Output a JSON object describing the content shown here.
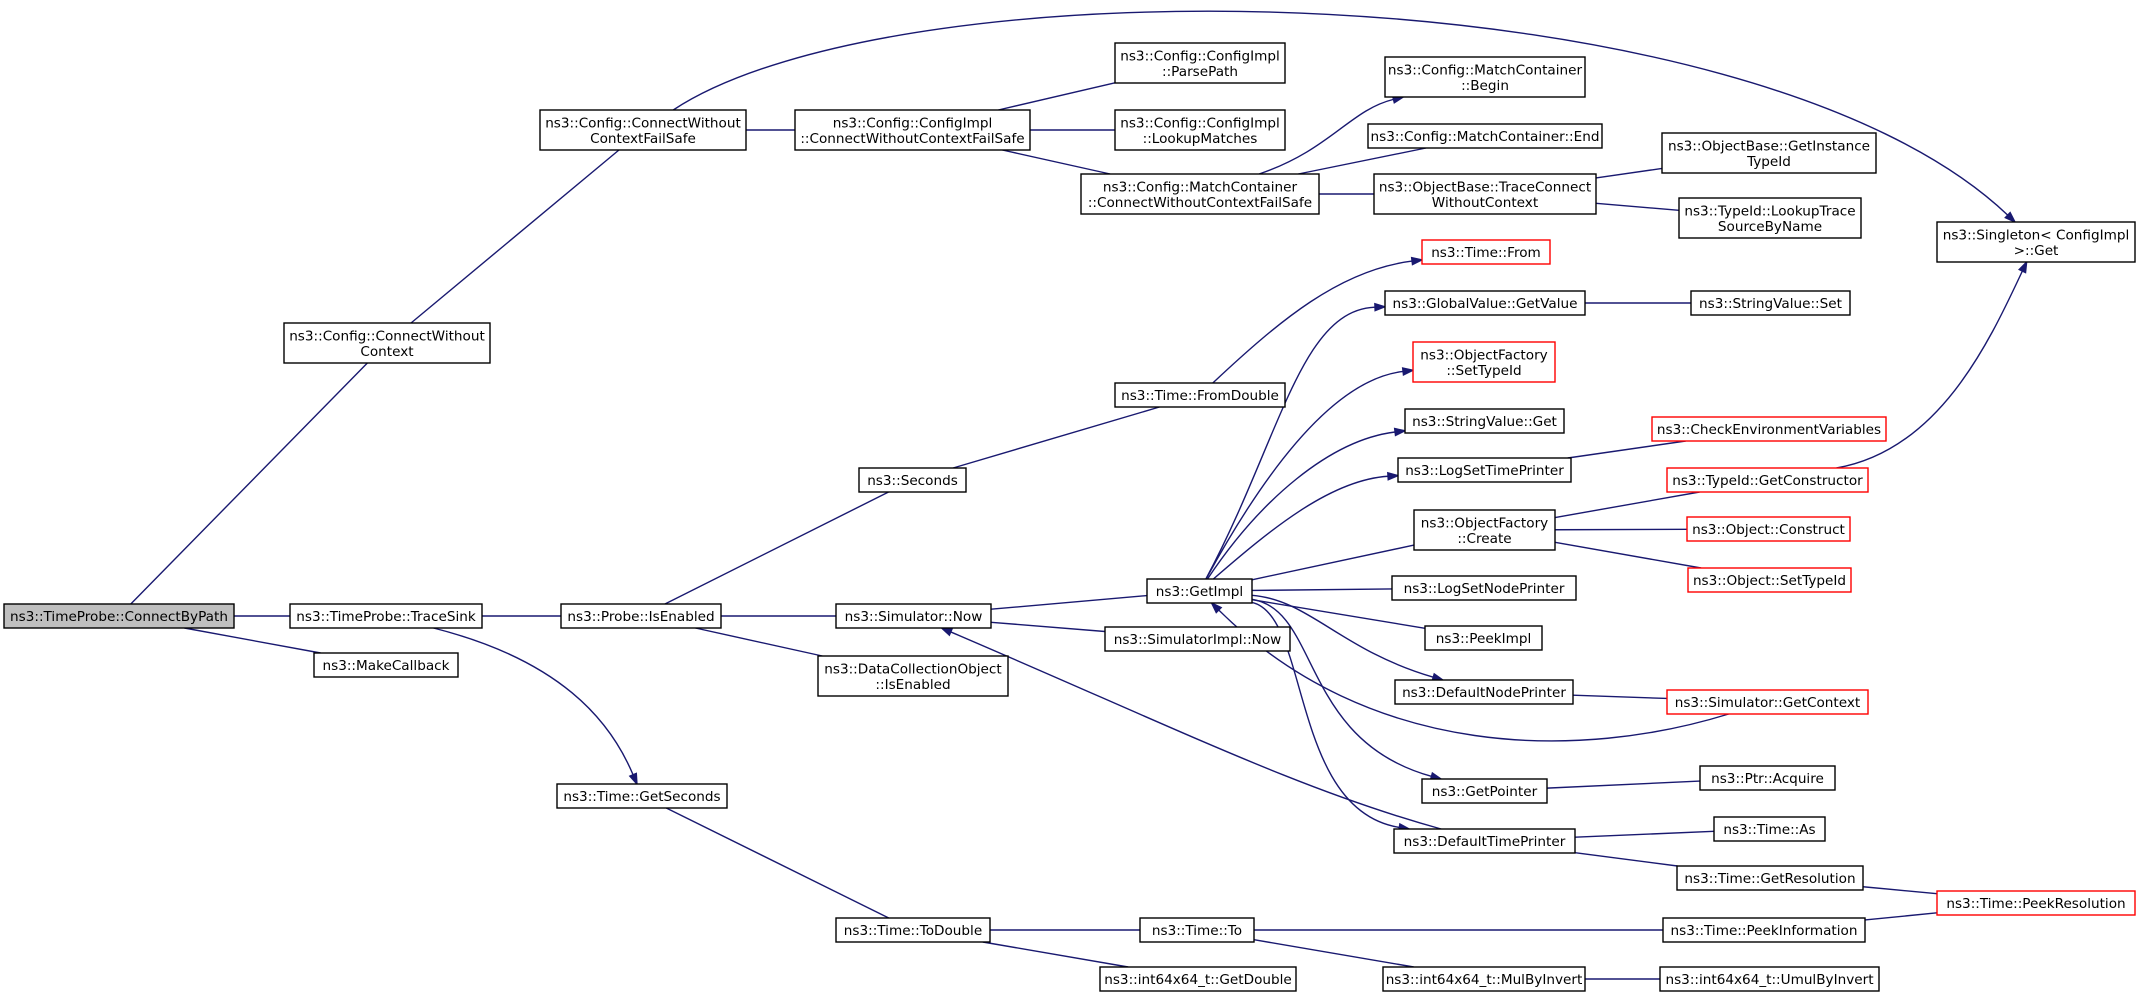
{
  "colors": {
    "edge": "#191970",
    "node_border": "#000000",
    "node_border_truncated": "#ff0000",
    "node_fill": "#ffffff",
    "root_fill": "#bfbfbf",
    "text": "#000000"
  },
  "nodes": {
    "connect_by_path": [
      "ns3::TimeProbe::ConnectByPath"
    ],
    "config_connect_without_context": [
      "ns3::Config::ConnectWithout",
      "Context"
    ],
    "trace_sink": [
      "ns3::TimeProbe::TraceSink"
    ],
    "make_callback": [
      "ns3::MakeCallback"
    ],
    "config_connect_without_context_failsafe": [
      "ns3::Config::ConnectWithout",
      "ContextFailSafe"
    ],
    "configimpl_connect_without_context_failsafe": [
      "ns3::Config::ConfigImpl",
      "::ConnectWithoutContextFailSafe"
    ],
    "configimpl_parsepath": [
      "ns3::Config::ConfigImpl",
      "::ParsePath"
    ],
    "configimpl_lookupmatches": [
      "ns3::Config::ConfigImpl",
      "::LookupMatches"
    ],
    "matchcontainer_connect_without_context_failsafe": [
      "ns3::Config::MatchContainer",
      "::ConnectWithoutContextFailSafe"
    ],
    "matchcontainer_begin": [
      "ns3::Config::MatchContainer",
      "::Begin"
    ],
    "matchcontainer_end": [
      "ns3::Config::MatchContainer::End"
    ],
    "objectbase_traceconnect": [
      "ns3::ObjectBase::TraceConnect",
      "WithoutContext"
    ],
    "objectbase_getinstancetypeid": [
      "ns3::ObjectBase::GetInstance",
      "TypeId"
    ],
    "typeid_lookuptracesourcebyname": [
      "ns3::TypeId::LookupTrace",
      "SourceByName"
    ],
    "singleton_get": [
      "ns3::Singleton< ConfigImpl",
      " >::Get"
    ],
    "probe_isenabled": [
      "ns3::Probe::IsEnabled"
    ],
    "time_getseconds": [
      "ns3::Time::GetSeconds"
    ],
    "seconds": [
      "ns3::Seconds"
    ],
    "simulator_now": [
      "ns3::Simulator::Now"
    ],
    "datacollectionobject_isenabled": [
      "ns3::DataCollectionObject",
      "::IsEnabled"
    ],
    "time_fromdouble": [
      "ns3::Time::FromDouble"
    ],
    "time_from": [
      "ns3::Time::From"
    ],
    "getimpl": [
      "ns3::GetImpl"
    ],
    "simulatorimpl_now": [
      "ns3::SimulatorImpl::Now"
    ],
    "globalvalue_getvalue": [
      "ns3::GlobalValue::GetValue"
    ],
    "stringvalue_set": [
      "ns3::StringValue::Set"
    ],
    "objectfactory_settypeid": [
      "ns3::ObjectFactory",
      "::SetTypeId"
    ],
    "stringvalue_get": [
      "ns3::StringValue::Get"
    ],
    "logsettimeprinter": [
      "ns3::LogSetTimePrinter"
    ],
    "checkenvironmentvariables": [
      "ns3::CheckEnvironmentVariables"
    ],
    "objectfactory_create": [
      "ns3::ObjectFactory",
      "::Create"
    ],
    "typeid_getconstructor": [
      "ns3::TypeId::GetConstructor"
    ],
    "object_construct": [
      "ns3::Object::Construct"
    ],
    "object_settypeid": [
      "ns3::Object::SetTypeId"
    ],
    "logsetnodeprinter": [
      "ns3::LogSetNodePrinter"
    ],
    "peekimpl": [
      "ns3::PeekImpl"
    ],
    "defaultnodeprinter": [
      "ns3::DefaultNodePrinter"
    ],
    "simulator_getcontext": [
      "ns3::Simulator::GetContext"
    ],
    "getpointer": [
      "ns3::GetPointer"
    ],
    "ptr_acquire": [
      "ns3::Ptr::Acquire"
    ],
    "defaulttimeprinter": [
      "ns3::DefaultTimePrinter"
    ],
    "time_as": [
      "ns3::Time::As"
    ],
    "time_getresolution": [
      "ns3::Time::GetResolution"
    ],
    "time_peekresolution": [
      "ns3::Time::PeekResolution"
    ],
    "time_todouble": [
      "ns3::Time::ToDouble"
    ],
    "time_to": [
      "ns3::Time::To"
    ],
    "time_peekinformation": [
      "ns3::Time::PeekInformation"
    ],
    "int64x64_getdouble": [
      "ns3::int64x64_t::GetDouble"
    ],
    "int64x64_mulbyinvert": [
      "ns3::int64x64_t::MulByInvert"
    ],
    "int64x64_umulbyinvert": [
      "ns3::int64x64_t::UmulByInvert"
    ]
  }
}
